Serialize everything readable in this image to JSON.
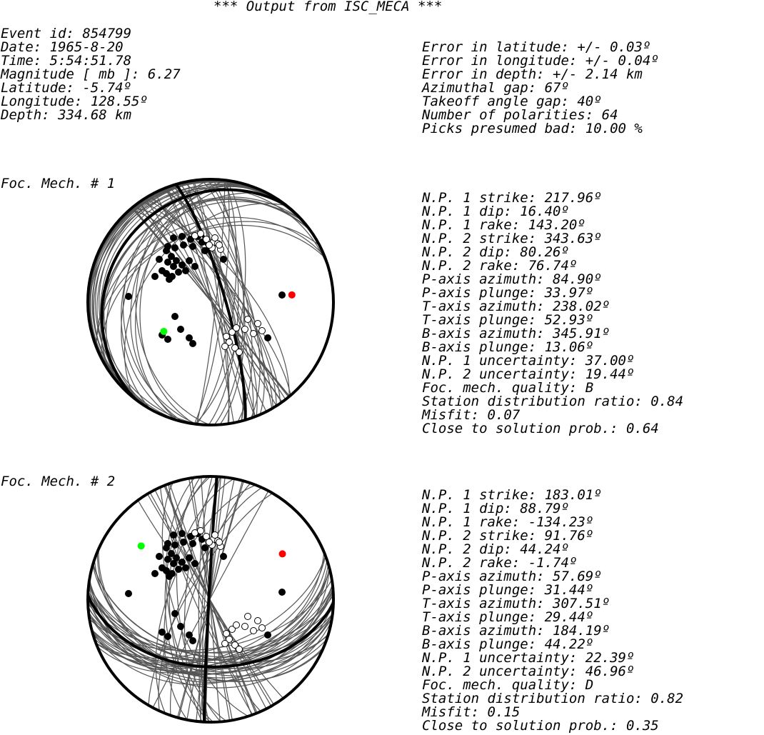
{
  "title": "*** Output from ISC_MECA ***",
  "event": [
    "Event id: 854799",
    "Date: 1965-8-20",
    "Time: 5:54:51.78",
    "Magnitude [ mb ]: 6.27",
    "Latitude: -5.74º",
    "Longitude: 128.55º",
    "Depth: 334.68 km"
  ],
  "errors": [
    "Error in latitude: +/- 0.03º",
    "Error in longitude: +/- 0.04º",
    "Error in depth: +/- 2.14 km",
    "Azimuthal gap: 67º",
    "Takeoff angle gap: 40º",
    "Number of polarities: 64",
    "Picks presumed bad: 10.00 %"
  ],
  "mechanisms": [
    {
      "label": "Foc. Mech. # 1",
      "params": [
        "N.P. 1 strike: 217.96º",
        "N.P. 1 dip: 16.40º",
        "N.P. 1 rake: 143.20º",
        "N.P. 2 strike: 343.63º",
        "N.P. 2 dip: 80.26º",
        "N.P. 2 rake: 76.74º",
        "P-axis azimuth: 84.90º",
        "P-axis plunge: 33.97º",
        "T-axis azimuth: 238.02º",
        "T-axis plunge: 52.93º",
        "B-axis azimuth: 345.91º",
        "B-axis plunge: 13.06º",
        "N.P. 1 uncertainty: 37.00º",
        "N.P. 2 uncertainty: 19.44º",
        "Foc. mech. quality: B",
        "Station distribution ratio: 0.84",
        "Misfit: 0.07",
        "Close to solution prob.: 0.64"
      ],
      "plane_strikes": [
        217.96,
        343.63
      ],
      "plane_dips": [
        16.4,
        80.26
      ],
      "p_axis": [
        84.9,
        33.97
      ],
      "t_axis": [
        238.02,
        52.93
      ]
    },
    {
      "label": "Foc. Mech. # 2",
      "params": [
        "N.P. 1 strike: 183.01º",
        "N.P. 1 dip: 88.79º",
        "N.P. 1 rake: -134.23º",
        "N.P. 2 strike: 91.76º",
        "N.P. 2 dip: 44.24º",
        "N.P. 2 rake: -1.74º",
        "P-axis azimuth: 57.69º",
        "P-axis plunge: 31.44º",
        "T-axis azimuth: 307.51º",
        "T-axis plunge: 29.44º",
        "B-axis azimuth: 184.19º",
        "B-axis plunge: 44.22º",
        "N.P. 1 uncertainty: 22.39º",
        "N.P. 2 uncertainty: 46.96º",
        "Foc. mech. quality: D",
        "Station distribution ratio: 0.82",
        "Misfit: 0.15",
        "Close to solution prob.: 0.35"
      ],
      "plane_strikes": [
        183.01,
        91.76
      ],
      "plane_dips": [
        88.79,
        44.24
      ],
      "p_axis": [
        57.69,
        31.44
      ],
      "t_axis": [
        307.51,
        29.44
      ]
    }
  ],
  "colors": {
    "text": "#000000",
    "sphere_outline": "#000000",
    "uncertainty_arcs": "#555555",
    "compression": "#000000",
    "dilatation": "#ffffff",
    "p_axis": "#ff0000",
    "t_axis": "#00ff00"
  }
}
